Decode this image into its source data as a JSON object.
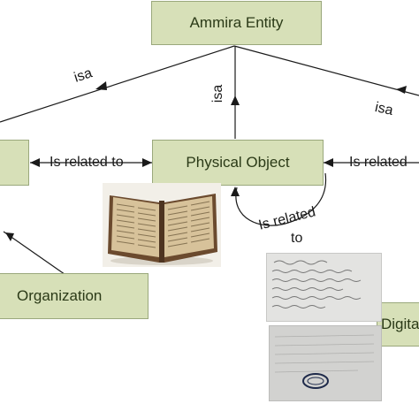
{
  "nodes": {
    "ammira_entity": "Ammira Entity",
    "physical_object": "Physical Object",
    "organization": "Organization",
    "digital": "Digita"
  },
  "edge_labels": {
    "isa_left": "isa",
    "isa_center": "isa",
    "isa_right": "isa",
    "related_left": "Is related to",
    "related_right": "Is related",
    "related_self_line1": "Is related",
    "related_self_line2": "to"
  },
  "images": [
    {
      "name": "book-photo",
      "depicts": "open antique manuscript book"
    },
    {
      "name": "handwritten-document-1",
      "depicts": "handwritten manuscript page"
    },
    {
      "name": "handwritten-document-2",
      "depicts": "handwritten page with stamp"
    }
  ],
  "colors": {
    "node_fill": "#d7e0b8",
    "node_border": "#9aa87c",
    "node_text": "#2b3a17",
    "edge": "#1a1a1a"
  }
}
